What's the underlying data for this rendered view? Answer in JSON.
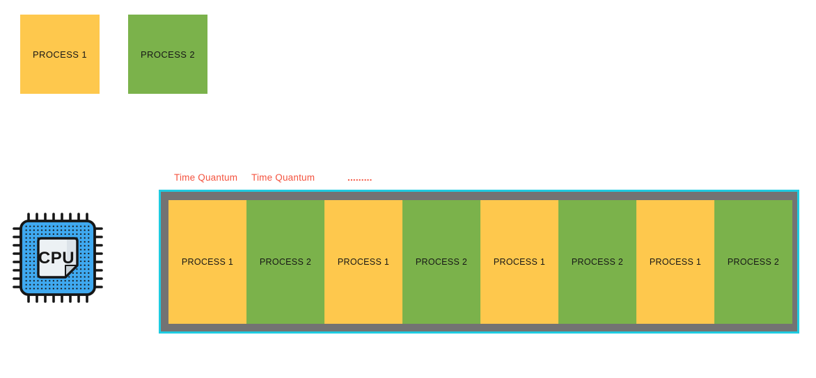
{
  "colors": {
    "process1": "#FEC84D",
    "process2": "#7BB24B",
    "track_bg": "#737373",
    "track_border": "#1FCBE0",
    "annotation": "#F4533F",
    "chip_blue": "#3FA9F0"
  },
  "legend": {
    "process1_label": "PROCESS 1",
    "process2_label": "PROCESS 2"
  },
  "cpu": {
    "label": "CPU"
  },
  "annotations": {
    "time_quantum_1": "Time Quantum",
    "time_quantum_2": "Time Quantum",
    "ellipsis": "........."
  },
  "timeline": {
    "slots": [
      {
        "process": 1,
        "label": "PROCESS 1"
      },
      {
        "process": 2,
        "label": "PROCESS 2"
      },
      {
        "process": 1,
        "label": "PROCESS 1"
      },
      {
        "process": 2,
        "label": "PROCESS 2"
      },
      {
        "process": 1,
        "label": "PROCESS 1"
      },
      {
        "process": 2,
        "label": "PROCESS 2"
      },
      {
        "process": 1,
        "label": "PROCESS 1"
      },
      {
        "process": 2,
        "label": "PROCESS 2"
      }
    ]
  }
}
